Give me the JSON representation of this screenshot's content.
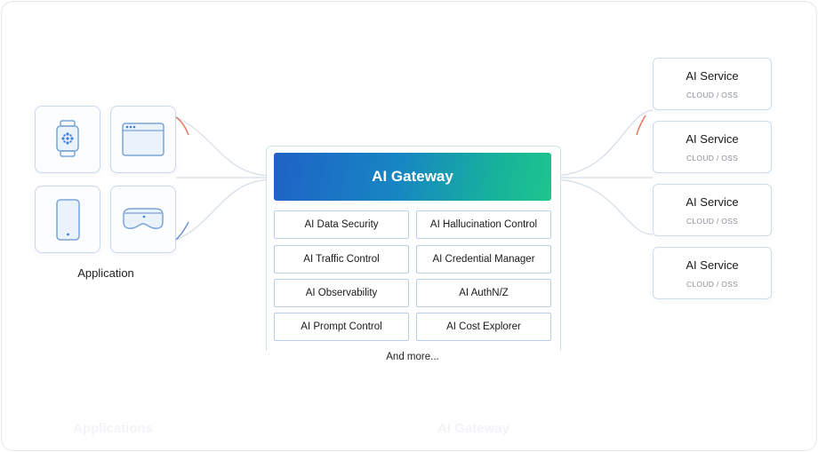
{
  "applications": {
    "label": "Application",
    "tiles": [
      {
        "icon": "smartwatch-icon"
      },
      {
        "icon": "browser-window-icon"
      },
      {
        "icon": "smartphone-icon"
      },
      {
        "icon": "vr-headset-icon"
      }
    ]
  },
  "gateway": {
    "title": "AI Gateway",
    "features": [
      "AI Data Security",
      "AI Hallucination Control",
      "AI Traffic Control",
      "AI Credential Manager",
      "AI Observability",
      "AI AuthN/Z",
      "AI Prompt Control",
      "AI Cost Explorer"
    ],
    "footer": "And more..."
  },
  "services": [
    {
      "title": "AI Service",
      "subtitle": "CLOUD / OSS"
    },
    {
      "title": "AI Service",
      "subtitle": "CLOUD / OSS"
    },
    {
      "title": "AI Service",
      "subtitle": "CLOUD / OSS"
    },
    {
      "title": "AI Service",
      "subtitle": "CLOUD / OSS"
    }
  ],
  "background_captions": [
    "Applications",
    "AI Gateway"
  ],
  "colors": {
    "gateway_gradient_start": "#1f62c6",
    "gateway_gradient_end": "#1ec58c",
    "border": "#c9d8ec",
    "icon": "#7aa3d6"
  }
}
